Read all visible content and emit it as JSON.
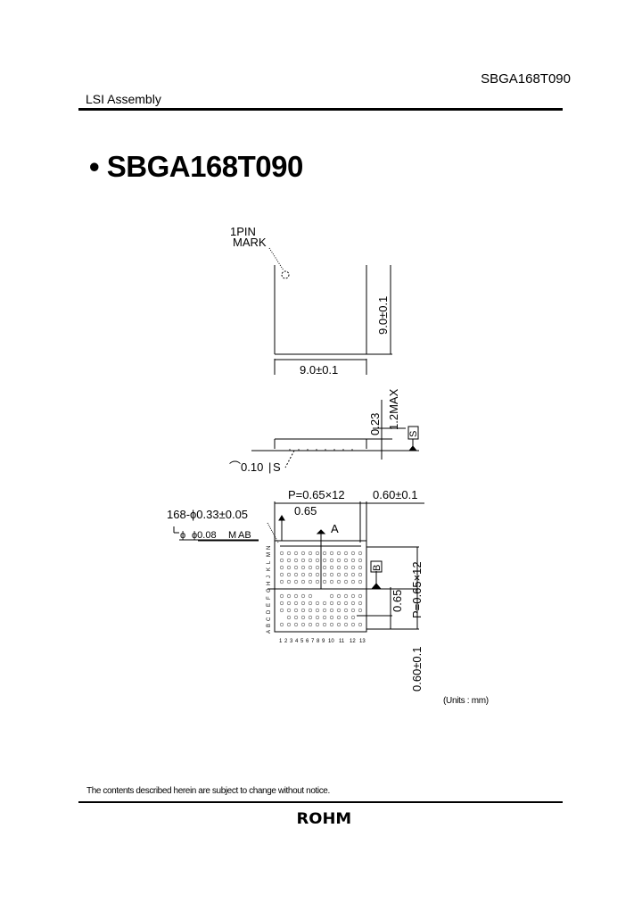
{
  "header": {
    "part_code": "SBGA168T090",
    "category": "LSI Assembly"
  },
  "title": {
    "bullet": "•",
    "text": "SBGA168T090"
  },
  "drawing": {
    "top_view": {
      "pin1_label_line1": "1PIN",
      "pin1_label_line2": "MARK",
      "width_dim": "9.0±0.1",
      "height_dim": "9.0±0.1"
    },
    "side_view": {
      "thickness_dim": "0.23",
      "max_height_dim": "1.2MAX",
      "datum": "S",
      "coplanarity": "0.10",
      "coplanarity_datum": "S",
      "coplanarity_symbol": "⌒"
    },
    "bottom_view": {
      "pitch_x_dim": "P=0.65×12",
      "edge_x_dim": "0.60±0.1",
      "ball_spec": "168-ϕ0.33±0.05",
      "position_tol": "ϕ0.08",
      "position_mod": "M",
      "position_datums": "AB",
      "pitch_label": "0.65",
      "datum_a": "A",
      "datum_b": "B",
      "pitch_y_dim": "P=0.65×12",
      "pitch_y_label": "0.65",
      "edge_y_dim": "0.60±0.1",
      "row_labels": [
        "N",
        "M",
        "L",
        "K",
        "J",
        "H",
        "G",
        "F",
        "E",
        "D",
        "C",
        "B",
        "A"
      ],
      "col_labels": [
        "1",
        "2",
        "3",
        "4",
        "5",
        "6",
        "7",
        "8",
        "9",
        "10",
        "11",
        "12",
        "13"
      ]
    },
    "units": "(Units : mm)"
  },
  "footer": {
    "note": "The contents described herein are subject to change without notice.",
    "logo": "ROHM"
  }
}
